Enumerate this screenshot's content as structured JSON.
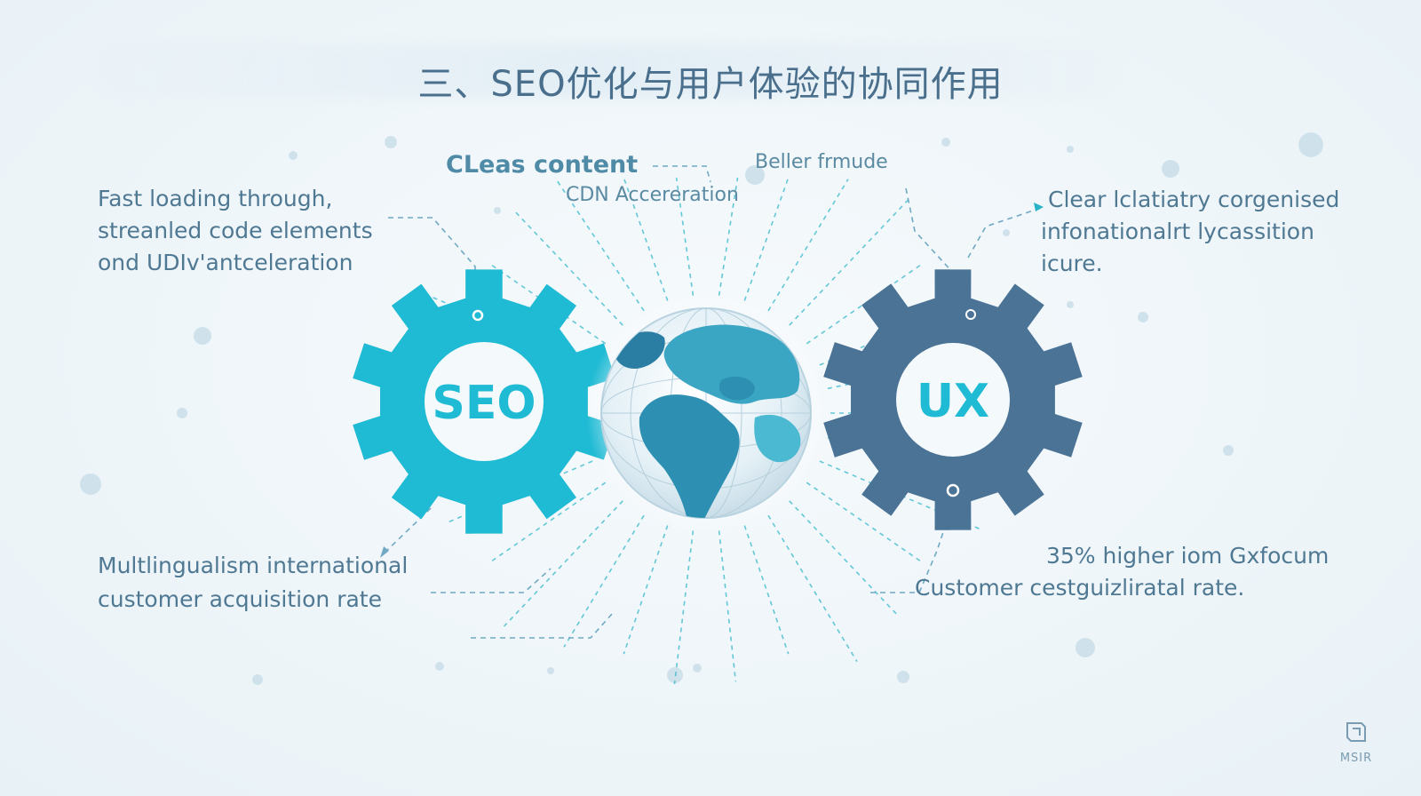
{
  "title": "三、SEO优化与用户体验的协同作用",
  "labels": {
    "top_center": "CLeas content",
    "top_center_sub": "CDN Accereration",
    "top_right": "Beller frmude",
    "left_top": [
      "Fast loading through,",
      "streanled code elements",
      "ond UDIv'antceleration"
    ],
    "right_top": [
      "Clear lclatiatry corgenised",
      "infonationalrt lycassition",
      "icure."
    ],
    "left_bottom": [
      "Multlingualism international",
      "customer acquisition rate"
    ],
    "right_bottom": [
      "35% higher iom Gxfocum",
      "Customer cestguizliratal rate."
    ]
  },
  "gears": {
    "seo_label": "SEO",
    "ux_label": "UX"
  },
  "logo": {
    "text": "MSIR"
  },
  "colors": {
    "gear_dark": "#4a7396",
    "gear_cyan": "#1fbad4",
    "gear_light": "#93b3c7",
    "accent_line": "#28b3c8",
    "title": "#4a6f8c",
    "text": "#4f7893"
  },
  "icons": [
    "globe-icon",
    "gear-icon",
    "logo-mark-icon"
  ]
}
